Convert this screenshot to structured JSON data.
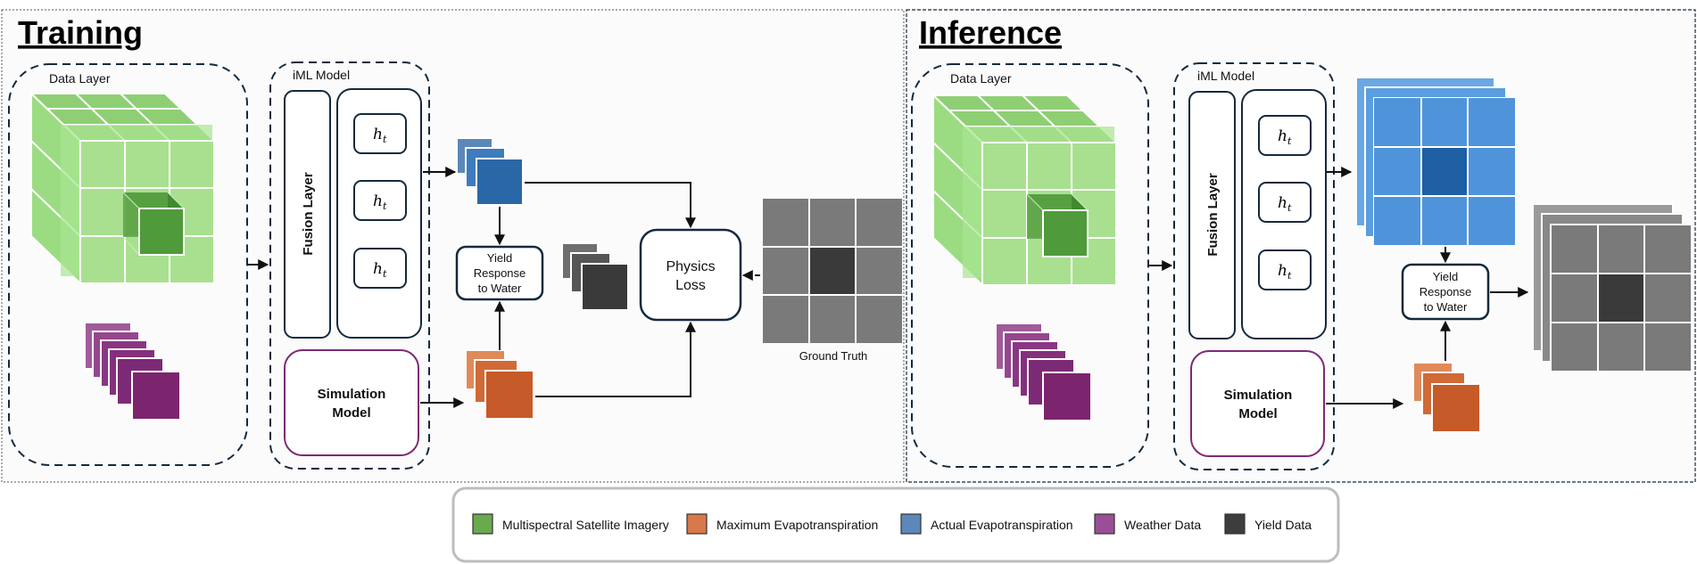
{
  "training": {
    "title": "Training",
    "data_layer_label": "Data Layer",
    "iml_model_label": "iML Model",
    "fusion_layer_label": "Fusion Layer",
    "hidden_state_label": "h",
    "hidden_state_sub": "t",
    "simulation_model_label": [
      "Simulation",
      "Model"
    ],
    "yield_response_label": [
      "Yield",
      "Response",
      "to Water"
    ],
    "physics_loss_label": [
      "Physics",
      "Loss"
    ],
    "ground_truth_label": "Ground Truth"
  },
  "inference": {
    "title": "Inference",
    "data_layer_label": "Data Layer",
    "iml_model_label": "iML Model",
    "fusion_layer_label": "Fusion Layer",
    "hidden_state_label": "h",
    "hidden_state_sub": "t",
    "simulation_model_label": [
      "Simulation",
      "Model"
    ],
    "yield_response_label": [
      "Yield",
      "Response",
      "to Water"
    ]
  },
  "legend": [
    {
      "label": "Multispectral Satellite Imagery",
      "color": "#6aaa4f"
    },
    {
      "label": "Maximum Evapotranspiration",
      "color": "#d9784a"
    },
    {
      "label": "Actual Evapotranspiration",
      "color": "#5b88b8"
    },
    {
      "label": "Weather Data",
      "color": "#9a4e96"
    },
    {
      "label": "Yield Data",
      "color": "#3d3d3d"
    }
  ],
  "colors": {
    "imagery_light": "#a8e08f",
    "imagery_dark": "#4f9a3a",
    "max_et": "#c65a28",
    "actual_et": "#2f6aa8",
    "actual_et_light": "#4f94db",
    "weather": "#7d246e",
    "yield": "#3a3a3a",
    "yield_light": "#7a7a7a",
    "navy_border": "#14293d",
    "sim_border": "#7e2a76"
  }
}
